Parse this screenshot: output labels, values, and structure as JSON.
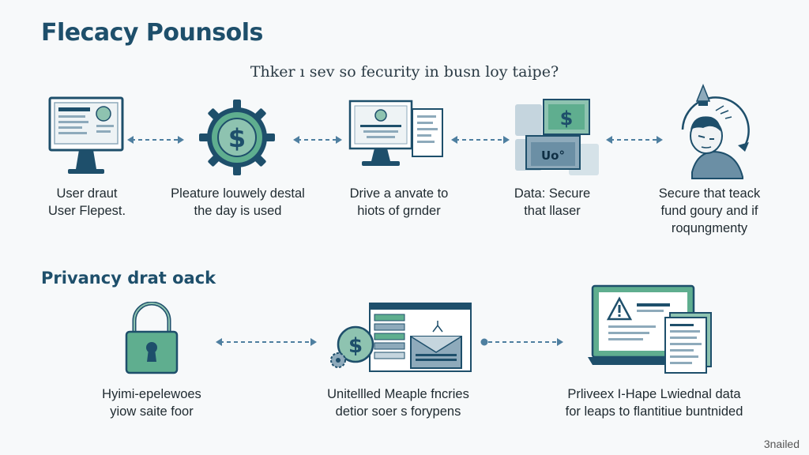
{
  "header": {
    "title": "Flecacy Pounsols",
    "subtitle": "Thker ı sev so fecurity in busn loy taipe?"
  },
  "row1": {
    "captions": [
      "User draut\nUser Flepest.",
      "Pleature louwely destal\nthe day is used",
      "Drive a anvate to\nhiots of grnder",
      "Data: Secure\nthat llaser",
      "Secure that teack\nfund goury and if\nroqungmenty"
    ],
    "icon_texts": {
      "folder_label": "Uo°"
    }
  },
  "section2_title": "Privancy drat oack",
  "row2": {
    "captions": [
      "Hyimi-epelewoes\nyiow saite foor",
      "Unitellled Meaple fncries\ndetior soer s forypens",
      "Prliveeх I-Hape Lwiednal data\nfor leaps to flantitiue buntnided"
    ]
  },
  "watermark": "3nailed",
  "colors": {
    "navy": "#1e4f6b",
    "teal": "#4f9a86",
    "teal_light": "#8ec3b0",
    "steel": "#8eaabb",
    "arrow": "#4e7fa0"
  }
}
